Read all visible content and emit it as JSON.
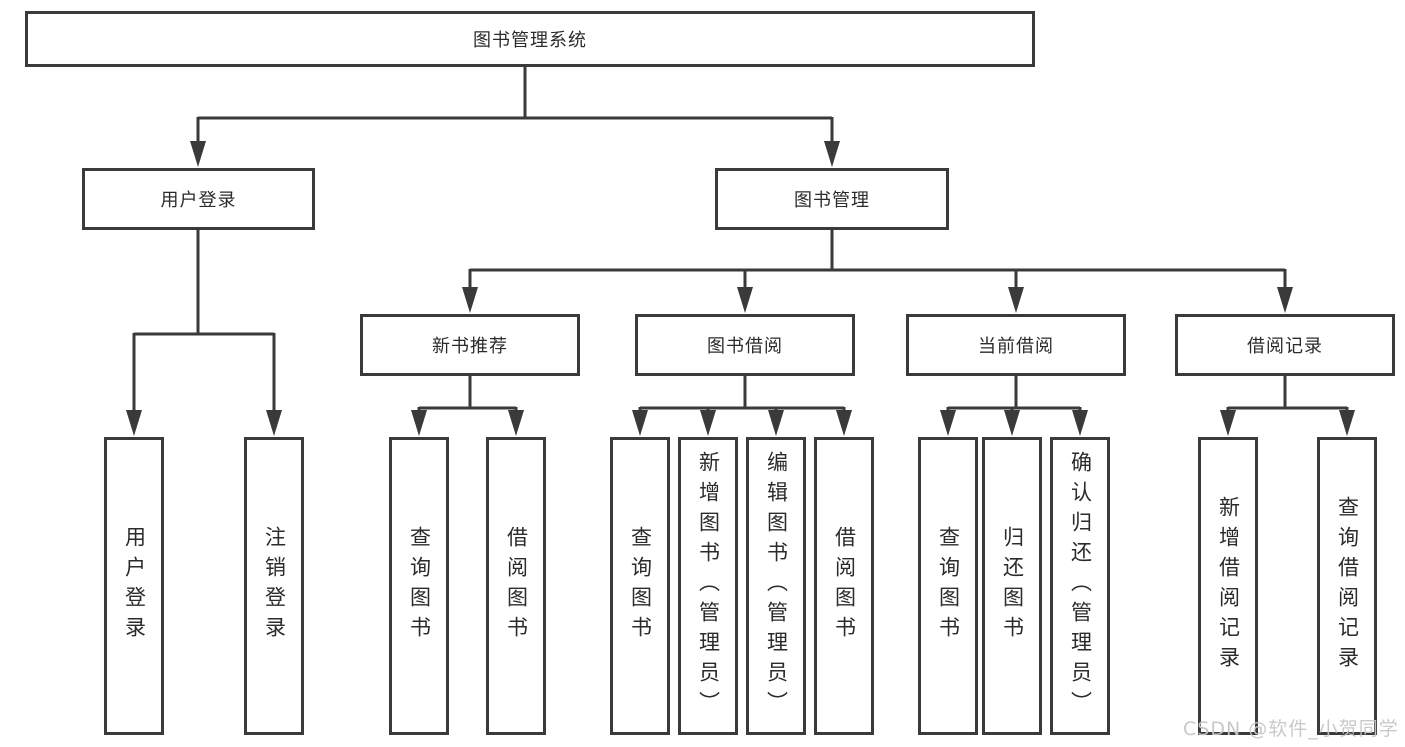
{
  "diagram": {
    "boxes": {
      "root": "图书管理系统",
      "user_login": "用户登录",
      "book_management": "图书管理",
      "new_book_recommend": "新书推荐",
      "book_borrow": "图书借阅",
      "current_borrow": "当前借阅",
      "borrow_records": "借阅记录",
      "leaf_user_login": "用户登录",
      "leaf_logout": "注销登录",
      "leaf_nb_query_book": "查询图书",
      "leaf_nb_borrow_book": "借阅图书",
      "leaf_bb_query_book": "查询图书",
      "leaf_bb_add_book": "新增图书（管理员）",
      "leaf_bb_edit_book": "编辑图书（管理员）",
      "leaf_bb_borrow_book": "借阅图书",
      "leaf_cb_query_book": "查询图书",
      "leaf_cb_return_book": "归还图书",
      "leaf_cb_confirm_return": "确认归还（管理员）",
      "leaf_br_add_record": "新增借阅记录",
      "leaf_br_query_record": "查询借阅记录"
    },
    "watermark": "CSDN @软件_小贺同学",
    "colors": {
      "line": "#3a3a3a",
      "box_border": "#3a3a3a",
      "text": "#2b2b2b",
      "watermark": "#c6c6c8",
      "background": "#ffffff"
    }
  }
}
